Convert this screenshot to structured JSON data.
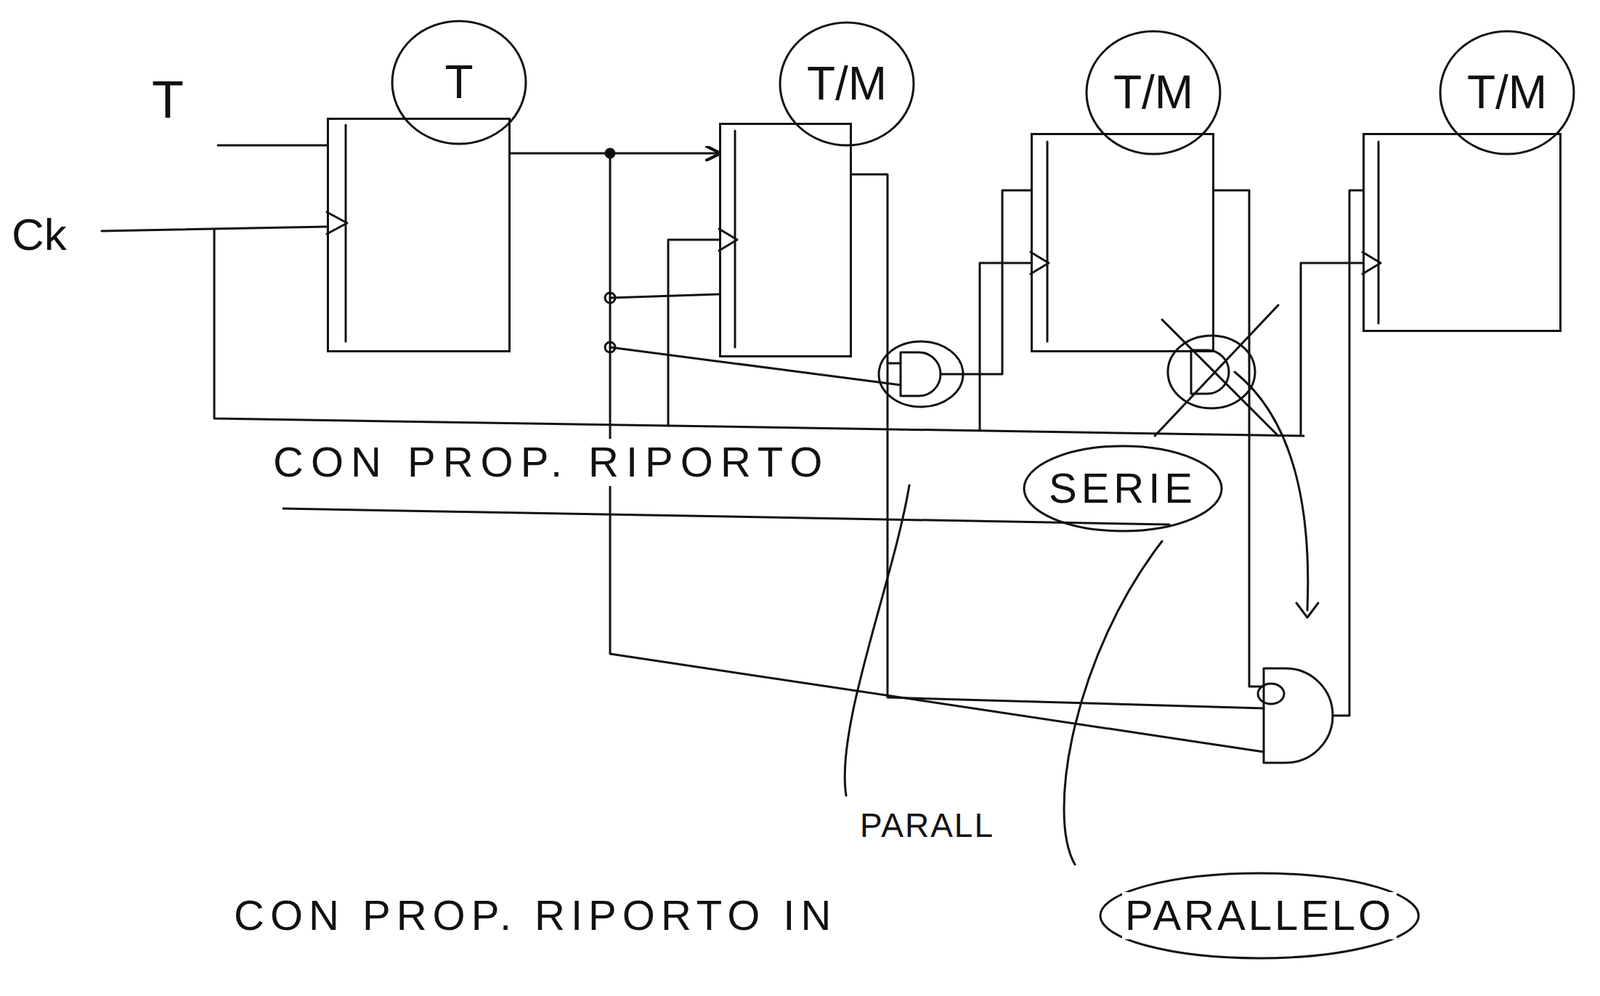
{
  "diagram": {
    "nodes": [
      {
        "text": [
          "T"
        ]
      },
      {
        "text": [
          "T/M"
        ]
      },
      {
        "text": [
          "T/M"
        ]
      },
      {
        "text": [
          "T/M"
        ]
      }
    ],
    "edges": [
      {
        "from": 0,
        "to": 1,
        "arrow": "to"
      }
    ],
    "labels": [
      "T",
      "Ck",
      "CON PROP. RIPORTO",
      "SERIE",
      "PARALL",
      "CON PROP. RIPORTO IN",
      "PARALLELO"
    ]
  }
}
